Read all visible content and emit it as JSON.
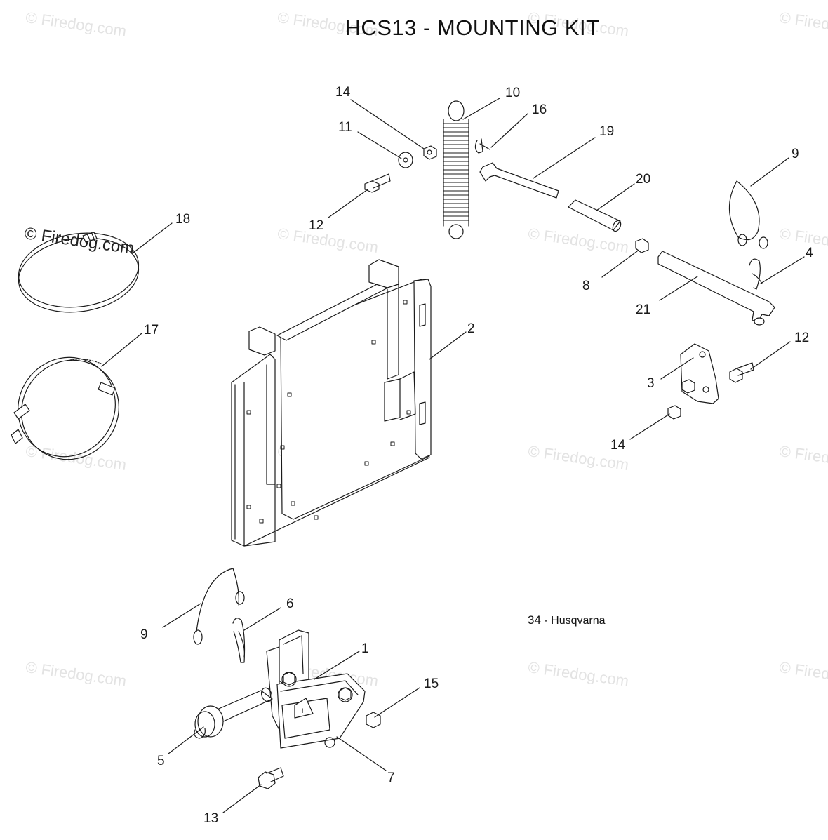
{
  "title": "HCS13 - MOUNTING KIT",
  "reference": {
    "number": "34",
    "separator": " - ",
    "brand": "Husqvarna"
  },
  "watermark": {
    "text": "© Firedog.com",
    "accent": "#222222",
    "faint": "#e3e3e3"
  },
  "callouts": [
    "14",
    "10",
    "16",
    "11",
    "19",
    "20",
    "9",
    "12",
    "18",
    "8",
    "4",
    "21",
    "2",
    "17",
    "12",
    "3",
    "14",
    "9",
    "6",
    "1",
    "15",
    "5",
    "7",
    "13"
  ],
  "colors": {
    "line": "#1a1a1a",
    "background": "#ffffff"
  }
}
